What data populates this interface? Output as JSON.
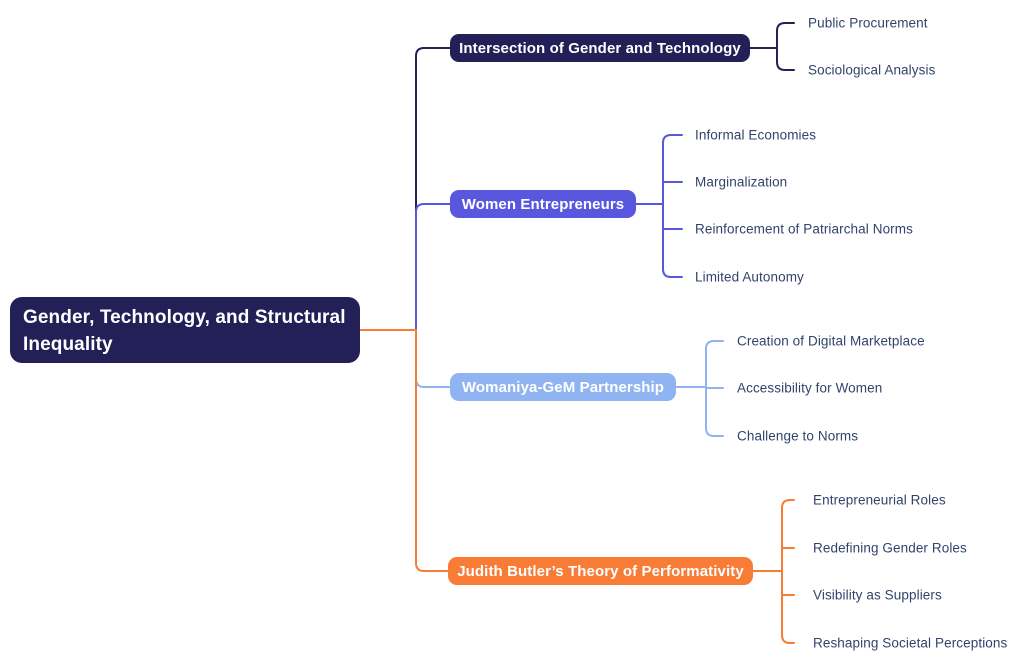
{
  "diagram": {
    "type": "mindmap",
    "background": "#ffffff"
  },
  "colors": {
    "navy": "#232058",
    "indigo": "#5a57df",
    "light_blue": "#90b4f2",
    "orange": "#f97c36",
    "child_text": "#32436b",
    "node_text": "#ffffff"
  },
  "root": {
    "label": "Gender, Technology, and Structural Inequality",
    "label_line_1": "Gender, Technology, and Structural",
    "label_line_2": "Inequality",
    "color": "#232058"
  },
  "branches": [
    {
      "label": "Intersection of Gender and Technology",
      "color": "#232058",
      "children": [
        "Public Procurement",
        "Sociological Analysis"
      ]
    },
    {
      "label": "Women Entrepreneurs",
      "color": "#5a57df",
      "children": [
        "Informal Economies",
        "Marginalization",
        "Reinforcement of Patriarchal Norms",
        "Limited Autonomy"
      ]
    },
    {
      "label": "Womaniya-GeM Partnership",
      "color": "#90b4f2",
      "children": [
        "Creation of Digital Marketplace",
        "Accessibility for Women",
        "Challenge to Norms"
      ]
    },
    {
      "label": "Judith Butler’s Theory of Performativity",
      "color": "#f97c36",
      "children": [
        "Entrepreneurial Roles",
        "Redefining Gender Roles",
        "Visibility as Suppliers",
        "Reshaping Societal Perceptions"
      ]
    }
  ]
}
